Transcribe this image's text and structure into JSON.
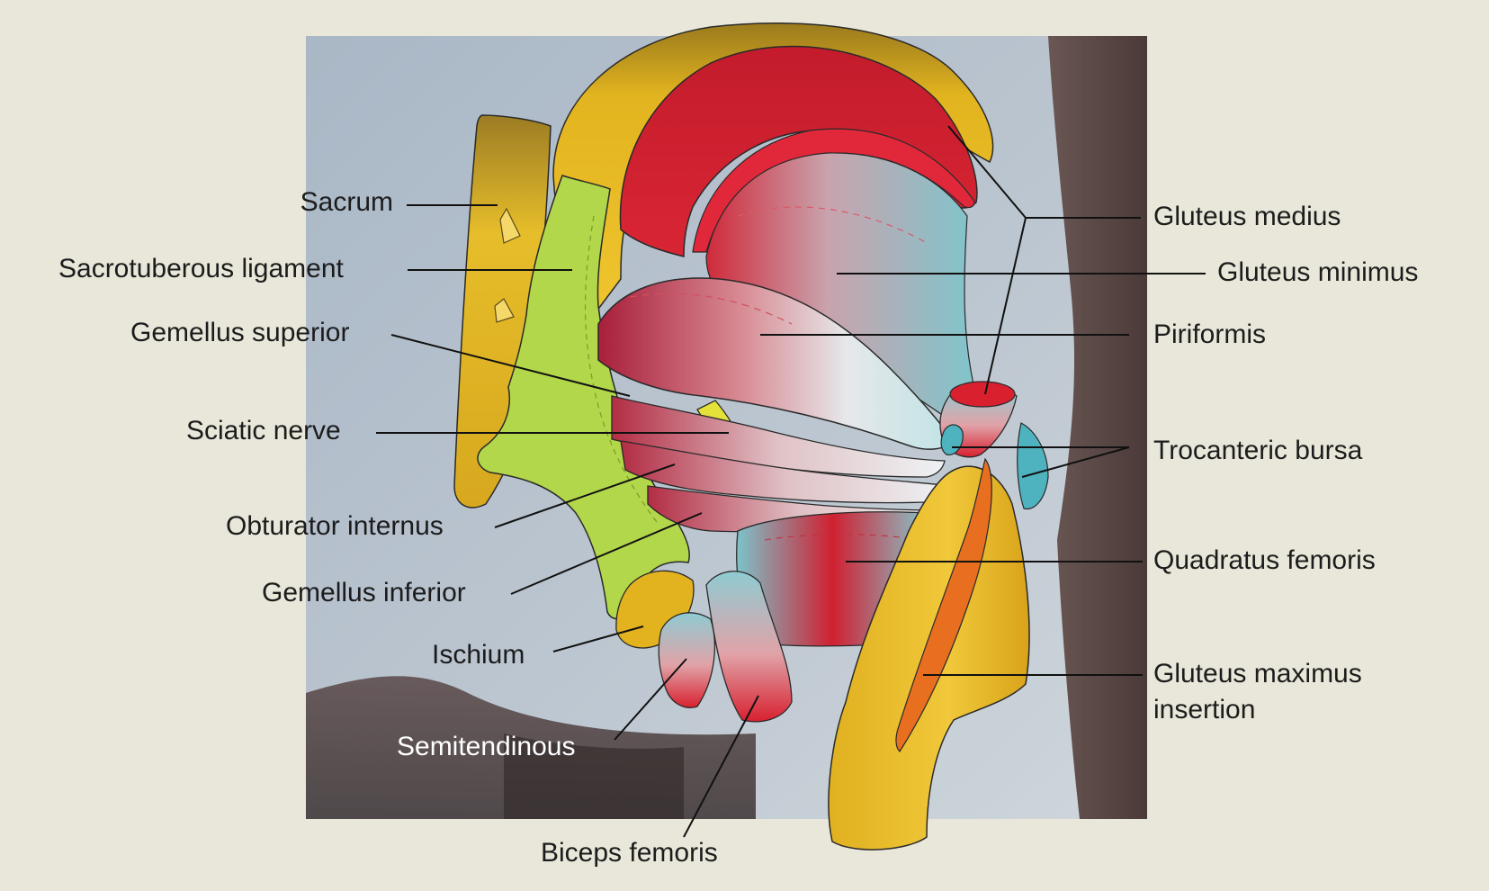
{
  "colors": {
    "background": "#e9e7d9",
    "bone": "#e7b923",
    "muscle_red": "#d21f2e",
    "ligament_green": "#b3d94d",
    "bursa_teal": "#4fb3bf",
    "tendon_orange": "#e76f1f",
    "label_text": "#1c1c1c",
    "leader_line": "#111111"
  },
  "labels": {
    "sacrum": "Sacrum",
    "sacrotuberous_ligament": "Sacrotuberous ligament",
    "gemellus_superior": "Gemellus superior",
    "sciatic_nerve": "Sciatic nerve",
    "obturator_internus": "Obturator internus",
    "gemellus_inferior": "Gemellus inferior",
    "ischium": "Ischium",
    "semitendinous": "Semitendinous",
    "biceps_femoris": "Biceps femoris",
    "gluteus_medius": "Gluteus medius",
    "gluteus_minimus": "Gluteus minimus",
    "piriformis": "Piriformis",
    "trocanteric_bursa": "Trocanteric bursa",
    "quadratus_femoris": "Quadratus femoris",
    "gluteus_maximus_insertion_line1": "Gluteus maximus",
    "gluteus_maximus_insertion_line2": "insertion"
  }
}
